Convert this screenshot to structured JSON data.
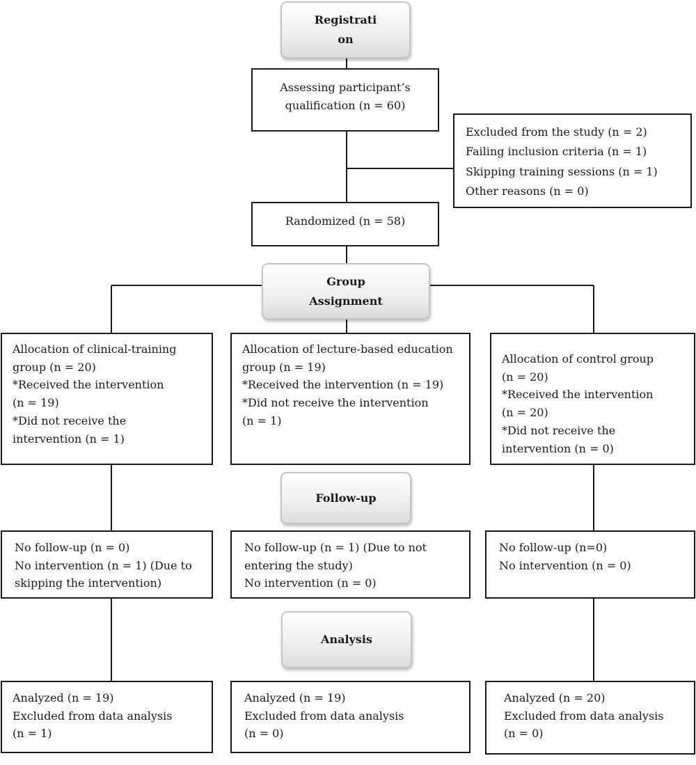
{
  "stages": {
    "registration": [
      "Registrati",
      "on"
    ],
    "group_assignment": [
      "Group",
      "Assignment"
    ],
    "follow_up": [
      "Follow-up"
    ],
    "analysis": [
      "Analysis"
    ]
  },
  "assessing": [
    "Assessing participant’s",
    "qualification (n = 60)"
  ],
  "excluded": [
    "Excluded from the study (n = 2)",
    "Failing inclusion criteria (n = 1)",
    "Skipping training sessions (n = 1)",
    "Other reasons (n = 0)"
  ],
  "randomized": [
    "Randomized (n = 58)"
  ],
  "allocation": {
    "clinical": [
      "Allocation of clinical-training",
      "group (n = 20)",
      "*Received the intervention",
      "(n = 19)",
      "*Did not receive the",
      "intervention (n = 1)"
    ],
    "lecture": [
      "Allocation of lecture-based education",
      "group (n = 19)",
      "*Received the intervention (n = 19)",
      "*Did not receive the intervention",
      "(n = 1)"
    ],
    "control": [
      "Allocation of control group",
      "(n = 20)",
      "*Received the intervention",
      "(n = 20)",
      "*Did not receive the",
      "intervention (n = 0)"
    ]
  },
  "followup": {
    "clinical": [
      "No follow-up (n = 0)",
      "No intervention (n = 1) (Due to",
      "skipping the intervention)"
    ],
    "lecture": [
      "No follow-up (n = 1) (Due to not",
      "entering the study)",
      "No intervention (n = 0)"
    ],
    "control": [
      "No follow-up (n=0)",
      "No intervention (n = 0)"
    ]
  },
  "analysis": {
    "clinical": [
      "Analyzed (n = 19)",
      "Excluded from data analysis",
      "(n = 1)"
    ],
    "lecture": [
      "Analyzed (n = 19)",
      "Excluded from data analysis",
      "(n = 0)"
    ],
    "control": [
      "Analyzed (n = 20)",
      "Excluded from data analysis",
      "(n = 0)"
    ]
  }
}
